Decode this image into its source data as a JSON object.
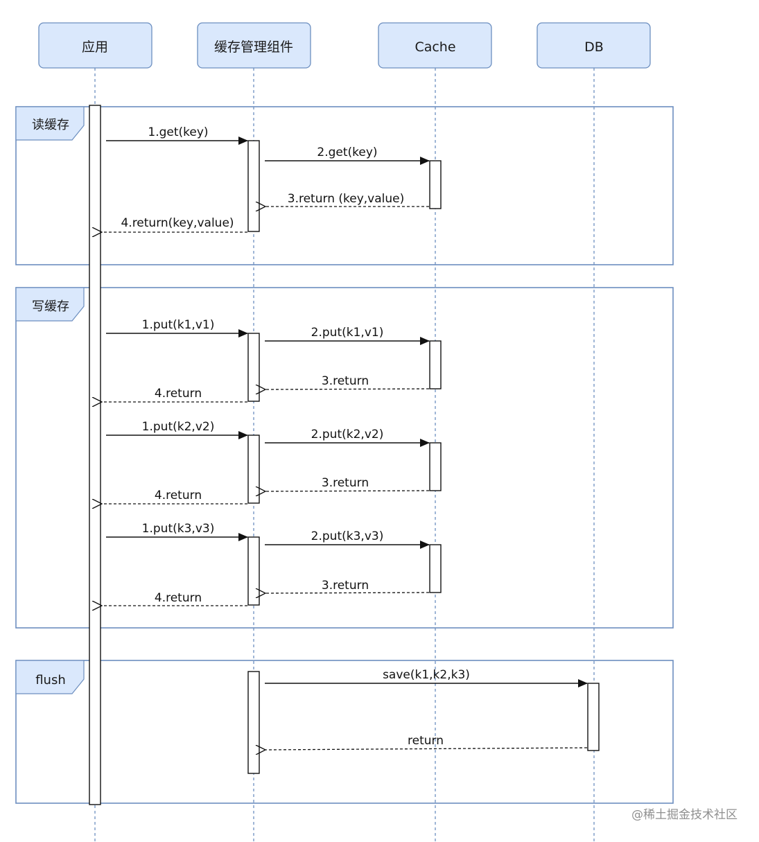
{
  "actors": [
    "应用",
    "缓存管理组件",
    "Cache",
    "DB"
  ],
  "frames": {
    "read": "读缓存",
    "write": "写缓存",
    "flush": "flush"
  },
  "messages": {
    "read": [
      "1.get(key)",
      "2.get(key)",
      "3.return (key,value)",
      "4.return(key,value)"
    ],
    "write1": [
      "1.put(k1,v1)",
      "2.put(k1,v1)",
      "3.return",
      "4.return"
    ],
    "write2": [
      "1.put(k2,v2)",
      "2.put(k2,v2)",
      "3.return",
      "4.return"
    ],
    "write3": [
      "1.put(k3,v3)",
      "2.put(k3,v3)",
      "3.return",
      "4.return"
    ],
    "flush": [
      "save(k1,k2,k3)",
      "return"
    ]
  },
  "watermark": "@稀土掘金技术社区",
  "colors": {
    "actor_fill": "#dae8fc",
    "actor_stroke": "#6c8ebf",
    "line": "#111111"
  }
}
